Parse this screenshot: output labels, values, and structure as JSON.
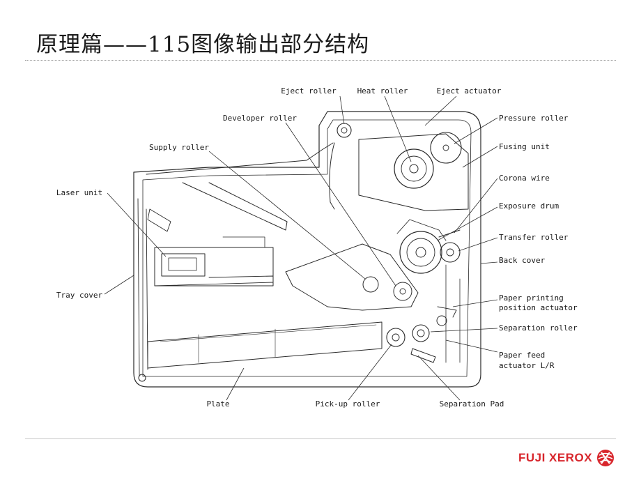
{
  "title": "原理篇——115图像输出部分结构",
  "labels": {
    "eject_roller": "Eject roller",
    "heat_roller": "Heat roller",
    "eject_actuator": "Eject actuator",
    "developer_roller": "Developer roller",
    "pressure_roller": "Pressure roller",
    "supply_roller": "Supply roller",
    "fusing_unit": "Fusing unit",
    "laser_unit": "Laser unit",
    "corona_wire": "Corona wire",
    "exposure_drum": "Exposure drum",
    "transfer_roller": "Transfer roller",
    "back_cover": "Back cover",
    "tray_cover": "Tray cover",
    "paper_printing_line1": "Paper printing",
    "paper_printing_line2": "position actuator",
    "separation_roller": "Separation roller",
    "paper_feed_line1": "Paper feed",
    "paper_feed_line2": "actuator L/R",
    "plate": "Plate",
    "pickup_roller": "Pick-up roller",
    "separation_pad": "Separation Pad"
  },
  "logo": {
    "text": "FUJI XEROX",
    "brand_color": "#d8262c",
    "icon": "xerox-ball-icon"
  },
  "colors": {
    "line": "#2a2a2a",
    "text": "#1a1a1a"
  }
}
